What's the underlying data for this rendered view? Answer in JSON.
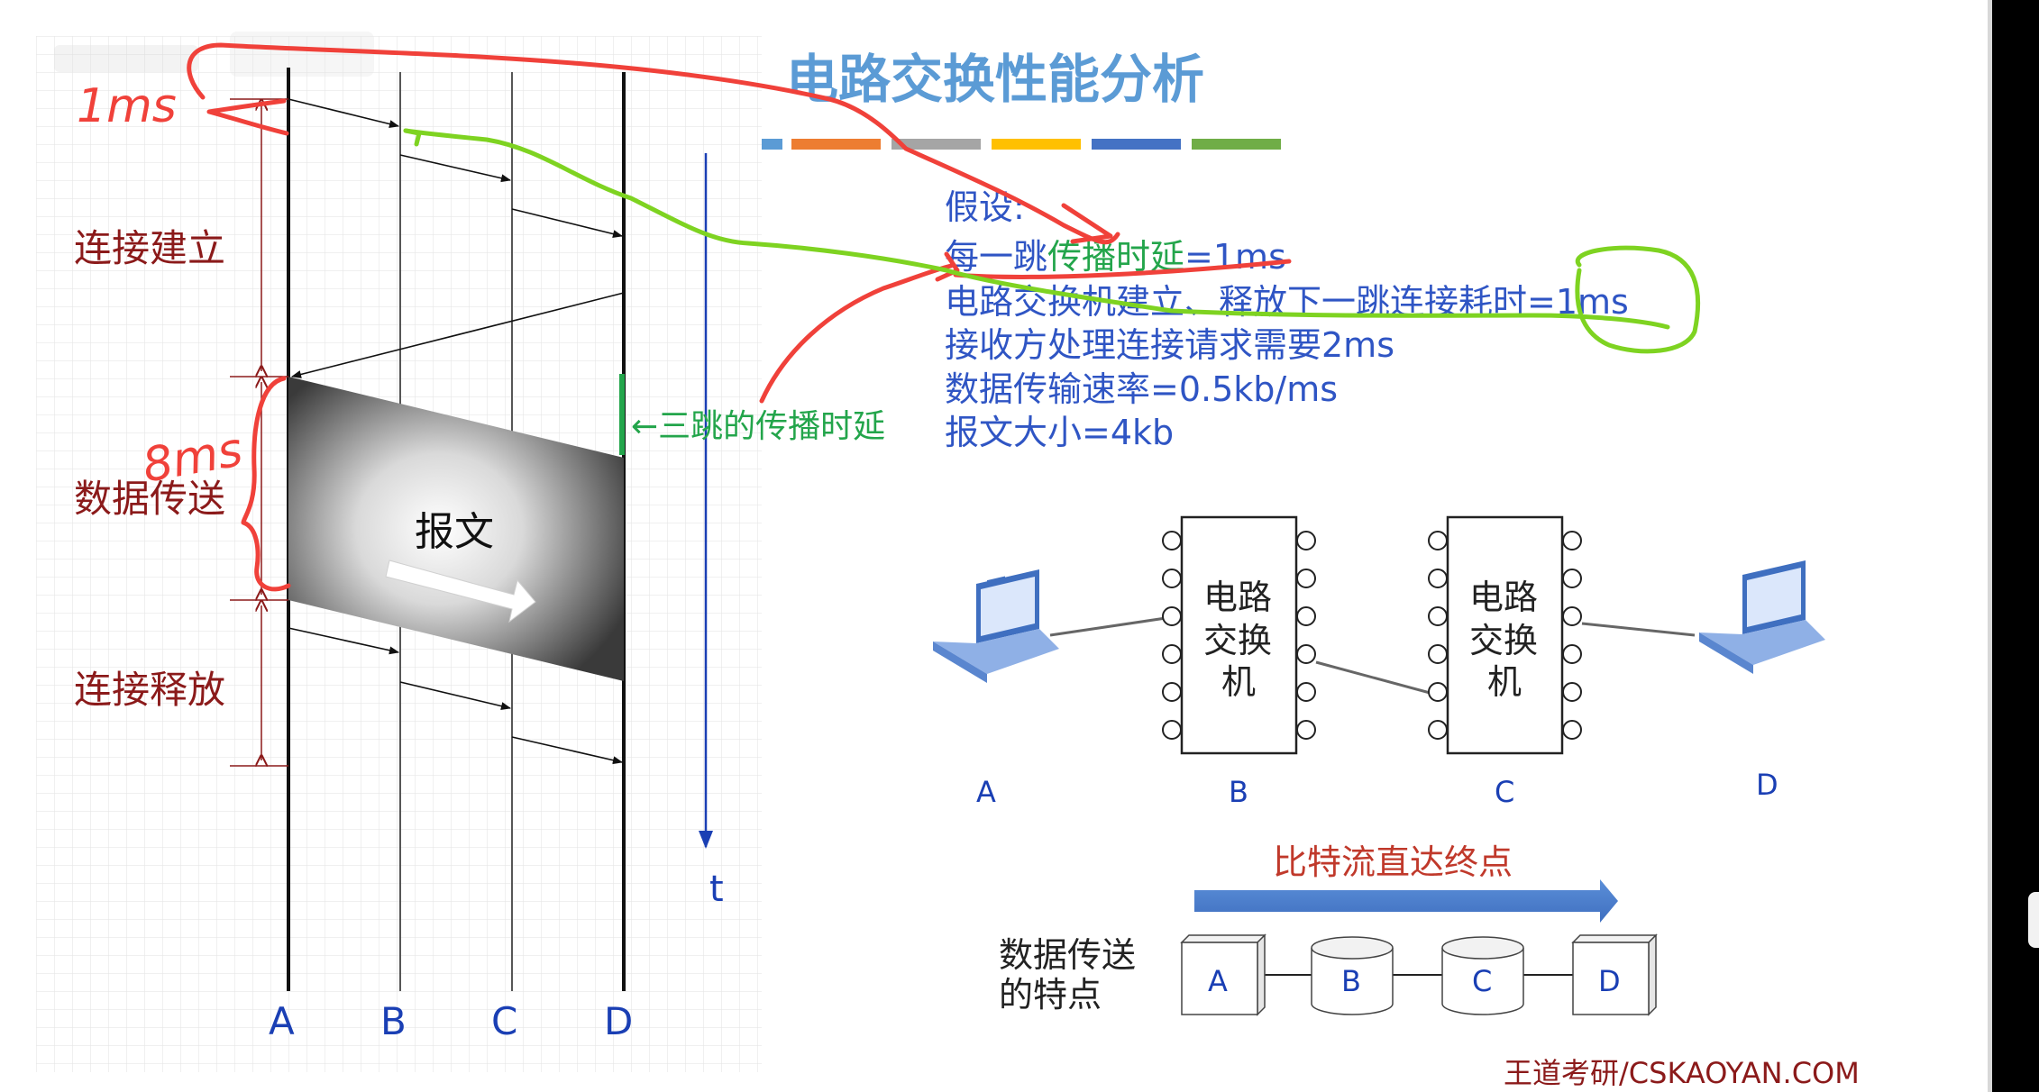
{
  "title": "电路交换性能分析",
  "phases": {
    "setup": "连接建立",
    "transfer": "数据传送",
    "release": "连接释放"
  },
  "timeline": {
    "nodes": [
      "A",
      "B",
      "C",
      "D"
    ],
    "time_axis": "t",
    "message": "报文",
    "propagation_label": "←三跳的传播时延"
  },
  "assumptions": {
    "heading": "假设:",
    "line1_prefix": "每一跳",
    "line1_highlight": "传播时延",
    "line1_suffix": "=1ms",
    "line2": "电路交换机建立、释放下一跳连接耗时=1ms",
    "line3": "接收方处理连接请求需要2ms",
    "line4": "数据传输速率=0.5kb/ms",
    "line5": "报文大小=4kb"
  },
  "topology": {
    "switch_text": [
      "电路",
      "交换",
      "机"
    ],
    "node_labels": [
      "A",
      "B",
      "C",
      "D"
    ]
  },
  "features": {
    "arrow_label": "比特流直达终点",
    "caption_line1": "数据传送",
    "caption_line2": "的特点",
    "chain": [
      "A",
      "B",
      "C",
      "D"
    ]
  },
  "annotations": {
    "ann_1ms": "1ms",
    "ann_8ms": "8ms"
  },
  "watermark_brand": "王道考研/CSKAOYAN.COM",
  "colors": {
    "title": "#5b9bd5",
    "phase": "#8b1a1a",
    "body_text": "#2f55c4",
    "green": "#23a54b",
    "red_pen": "#f0413a",
    "green_pen": "#7ed321",
    "red_label": "#c0392b",
    "bar_colors": [
      "#5b9bd5",
      "#ed7d31",
      "#a5a5a5",
      "#ffc000",
      "#4472c4",
      "#70ad47"
    ]
  }
}
